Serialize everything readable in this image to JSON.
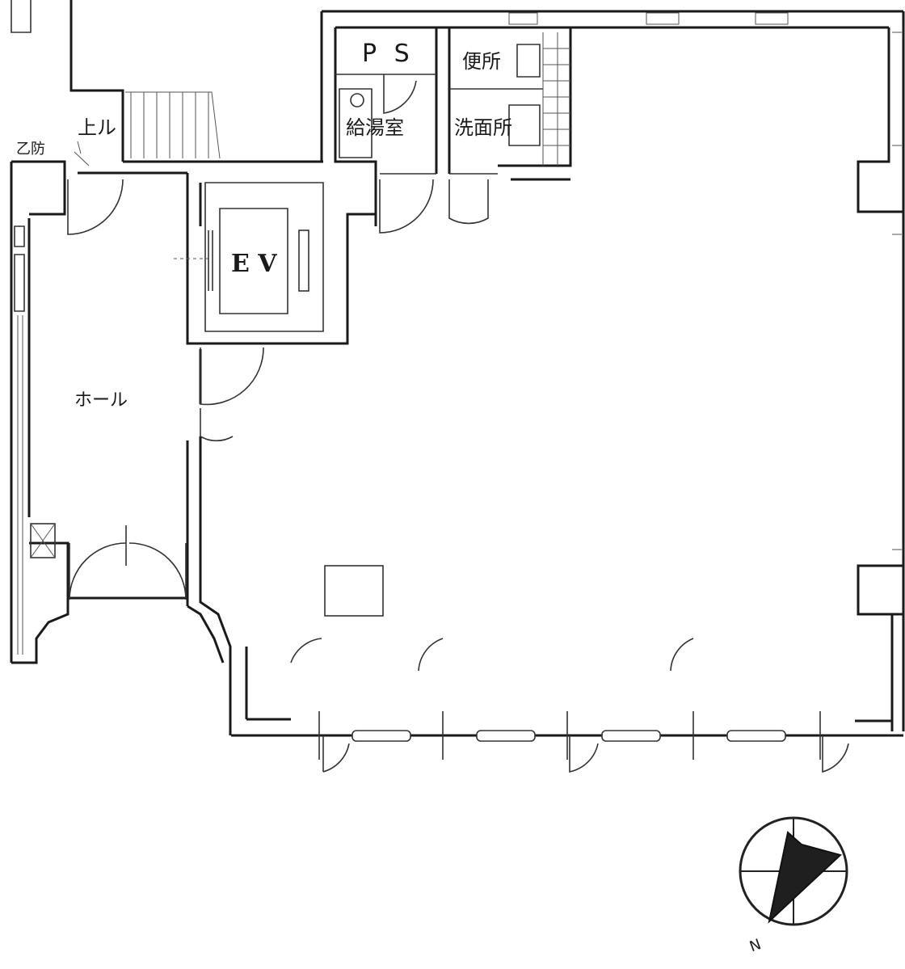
{
  "plan": {
    "labels": {
      "ps": "P S",
      "toilet": "便所",
      "kitchen": "給湯室",
      "washroom": "洗面所",
      "up": "上ル",
      "otsubou": "乙防",
      "ev": "E V",
      "hall": "ホール"
    },
    "compass": {
      "north_label": "N"
    }
  }
}
